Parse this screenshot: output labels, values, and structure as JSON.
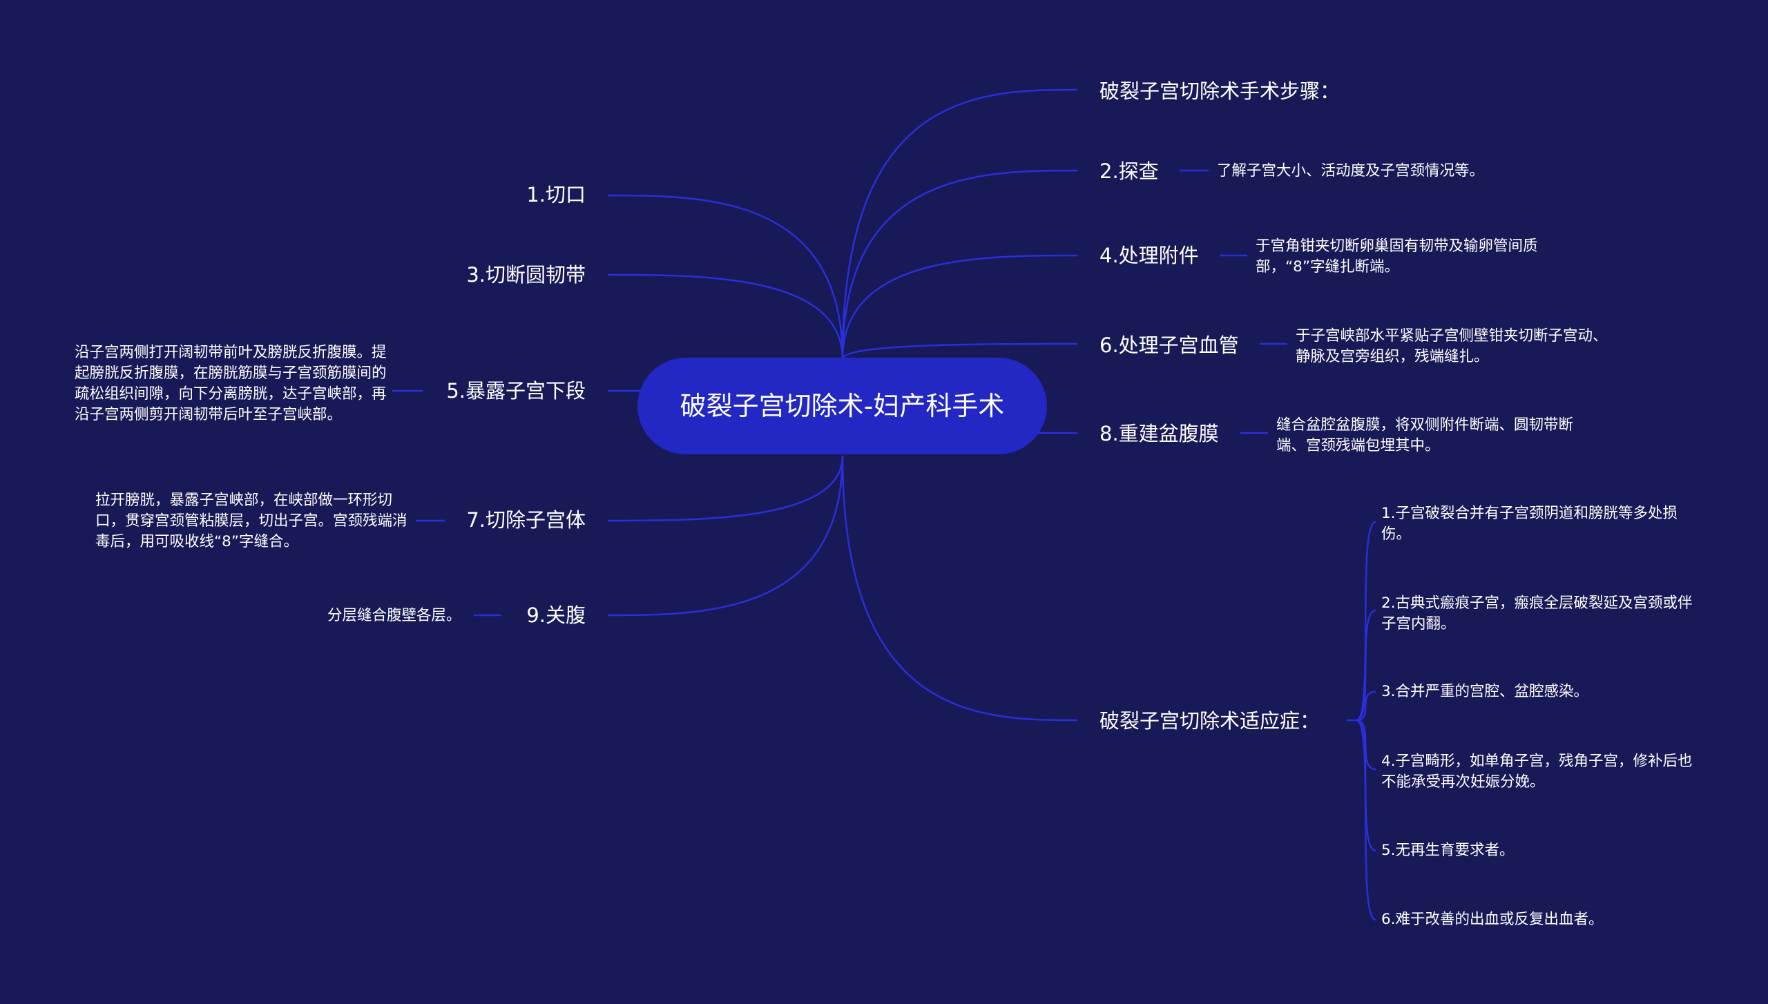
{
  "colors": {
    "background": "#171a56",
    "root_fill": "#2327c3",
    "link": "#2a2edb",
    "text": "#ffffff"
  },
  "root": {
    "title": "破裂子宫切除术-妇产科手术"
  },
  "left_branches": [
    {
      "label": "1.切口",
      "detail": ""
    },
    {
      "label": "3.切断圆韧带",
      "detail": ""
    },
    {
      "label": "5.暴露子宫下段",
      "detail": "沿子宫两侧打开阔韧带前叶及膀胱反折腹膜。提起膀胱反折腹膜，在膀胱筋膜与子宫颈筋膜间的疏松组织间隙，向下分离膀胱，达子宫峡部，再沿子宫两侧剪开阔韧带后叶至子宫峡部。"
    },
    {
      "label": "7.切除子宫体",
      "detail": "拉开膀胱，暴露子宫峡部，在峡部做一环形切口，贯穿宫颈管粘膜层，切出子宫。宫颈残端消毒后，用可吸收线“8”字缝合。"
    },
    {
      "label": "9.关腹",
      "detail": "分层缝合腹壁各层。"
    }
  ],
  "right_branches": [
    {
      "label": "破裂子宫切除术手术步骤：",
      "detail": ""
    },
    {
      "label": "2.探查",
      "detail": "了解子宫大小、活动度及子宫颈情况等。"
    },
    {
      "label": "4.处理附件",
      "detail": "于宫角钳夹切断卵巢固有韧带及输卵管间质部，“8”字缝扎断端。"
    },
    {
      "label": "6.处理子宫血管",
      "detail": "于子宫峡部水平紧贴子宫侧壁钳夹切断子宫动、静脉及宫旁组织，残端缝扎。"
    },
    {
      "label": "8.重建盆腹膜",
      "detail": "缝合盆腔盆腹膜，将双侧附件断端、圆韧带断端、宫颈残端包埋其中。"
    },
    {
      "label": "破裂子宫切除术适应症：",
      "detail": ""
    }
  ],
  "indications": [
    "1.子宫破裂合并有子宫颈阴道和膀胱等多处损伤。",
    "2.古典式瘢痕子宫，瘢痕全层破裂延及宫颈或伴子宫内翻。",
    "3.合并严重的宫腔、盆腔感染。",
    "4.子宫畸形，如单角子宫，残角子宫，修补后也不能承受再次妊娠分娩。",
    "5.无再生育要求者。",
    "6.难于改善的出血或反复出血者。"
  ]
}
